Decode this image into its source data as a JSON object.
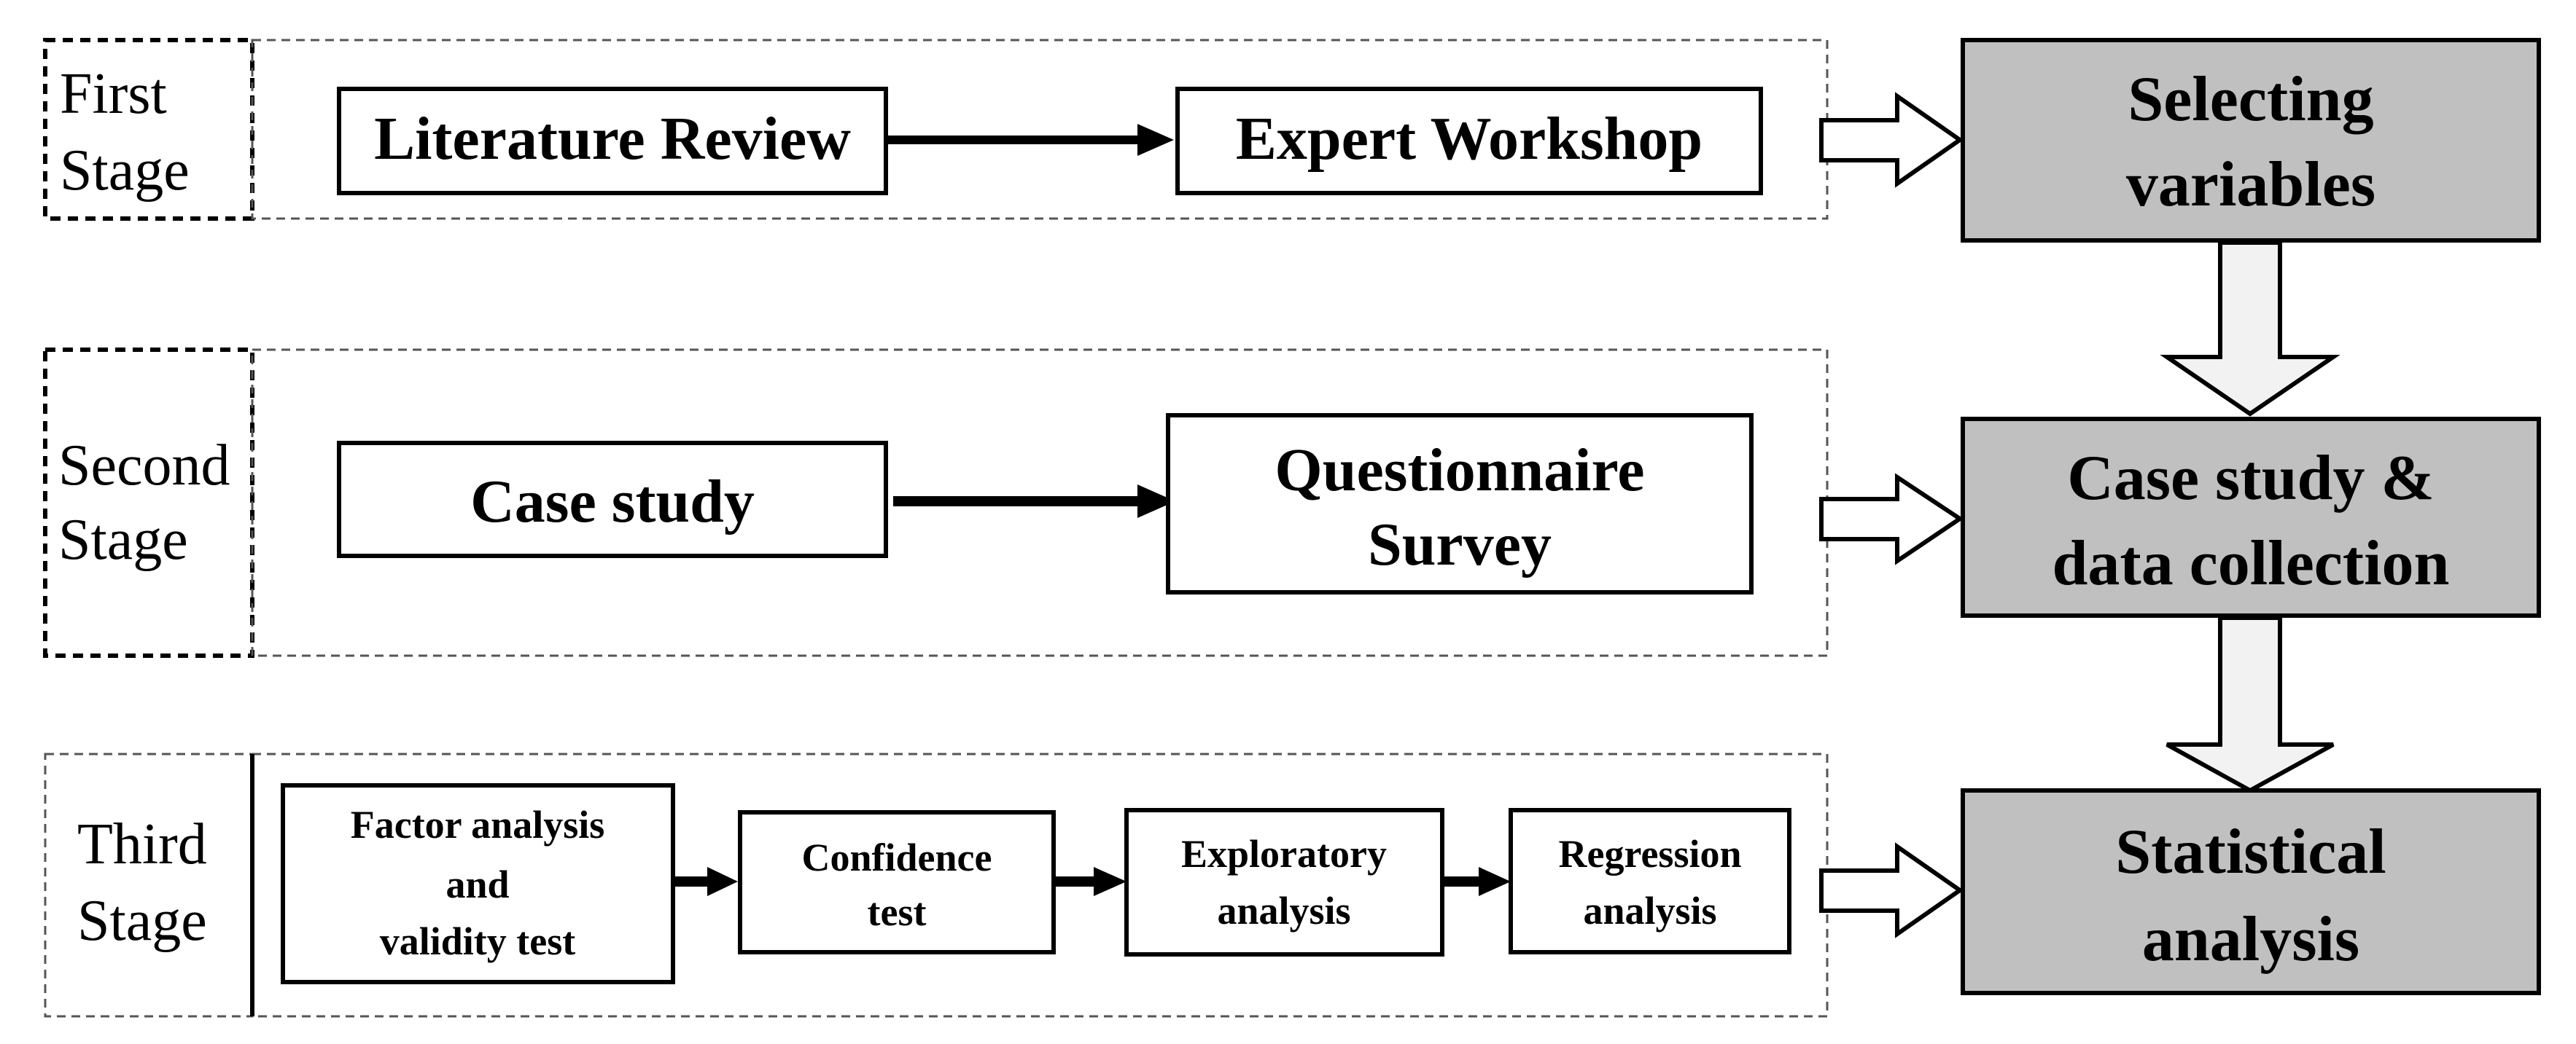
{
  "stages": [
    {
      "label_lines": [
        "First",
        "Stage"
      ],
      "boxes": [
        {
          "lines": [
            "Literature Review"
          ]
        },
        {
          "lines": [
            "Expert Workshop"
          ]
        }
      ]
    },
    {
      "label_lines": [
        "Second",
        "Stage"
      ],
      "boxes": [
        {
          "lines": [
            "Case study"
          ]
        },
        {
          "lines": [
            "Questionnaire",
            "Survey"
          ]
        }
      ]
    },
    {
      "label_lines": [
        "Third",
        "Stage"
      ],
      "boxes": [
        {
          "lines": [
            "Factor analysis",
            "and",
            "validity test"
          ]
        },
        {
          "lines": [
            "Confidence",
            "test"
          ]
        },
        {
          "lines": [
            "Exploratory",
            "analysis"
          ]
        },
        {
          "lines": [
            "Regression",
            "analysis"
          ]
        }
      ]
    }
  ],
  "outputs": [
    {
      "lines": [
        "Selecting",
        "variables"
      ]
    },
    {
      "lines": [
        "Case study &",
        "data collection"
      ]
    },
    {
      "lines": [
        "Statistical",
        "analysis"
      ]
    }
  ],
  "colors": {
    "output_fill": "#c0c0c0",
    "hollow_arrow_fill": "#f2f2f2",
    "line": "#000000"
  }
}
